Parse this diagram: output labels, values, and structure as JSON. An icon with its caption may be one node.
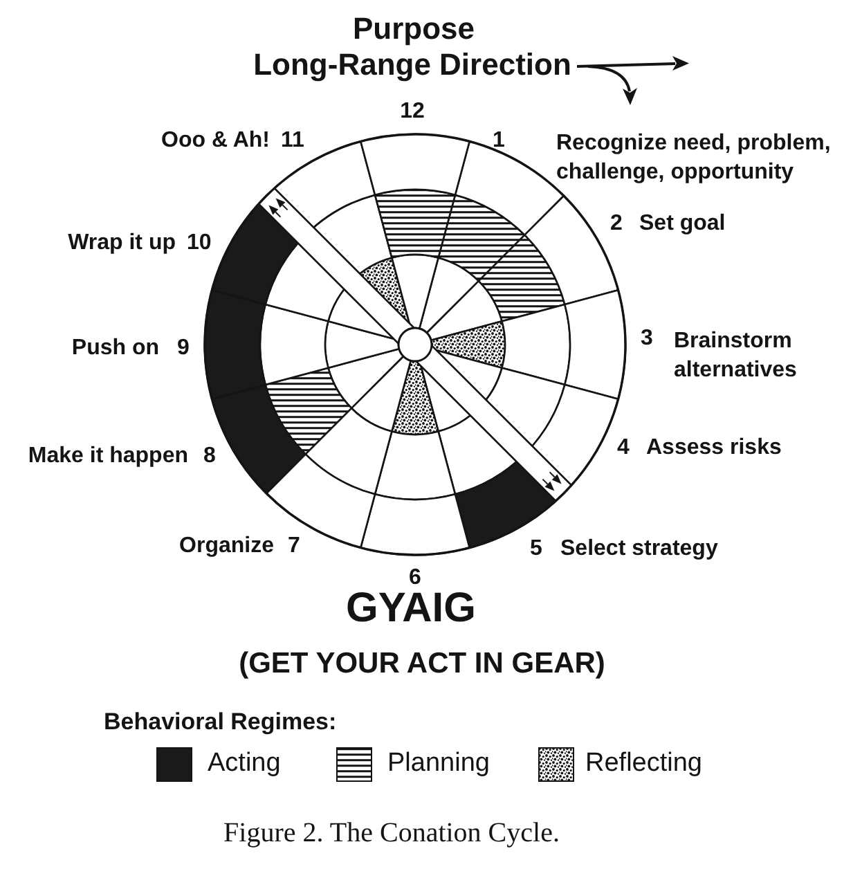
{
  "diagram": {
    "caption": "Figure 2. The Conation Cycle.",
    "labels": [
      "Purpose",
      "Long-Range Direction",
      "12",
      "Ooo & Ah!",
      "11",
      "1",
      "Recognize need, problem, challenge, opportunity",
      "2",
      "Set goal",
      "Wrap it up",
      "10",
      "3",
      "Brainstorm alternatives",
      "Push on",
      "9",
      "4",
      "Assess risks",
      "Make it happen",
      "8",
      "Organize",
      "7",
      "5",
      "Select strategy",
      "6",
      "GYAIG",
      "(GET YOUR ACT IN GEAR)",
      "Behavioral Regimes:"
    ],
    "legend": [
      {
        "text": "Acting",
        "color": "#1a1a1a"
      },
      {
        "text": "Planning"
      },
      {
        "text": "Reflecting"
      }
    ]
  }
}
